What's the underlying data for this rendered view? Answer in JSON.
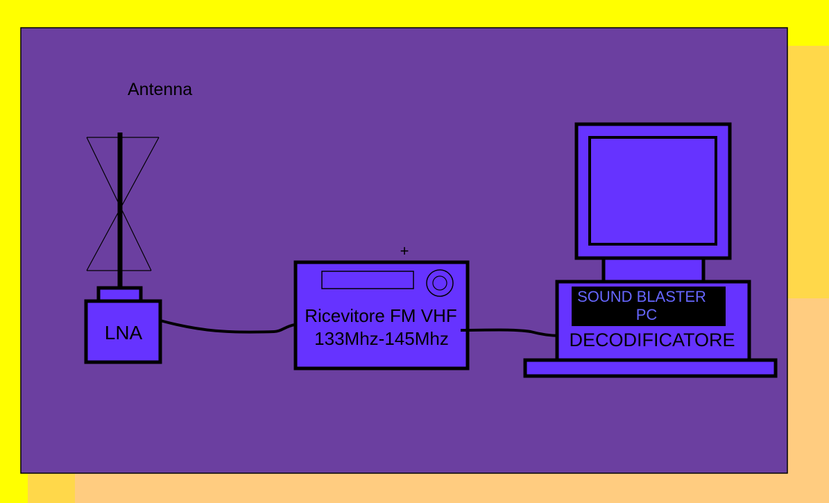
{
  "colors": {
    "page_background": "#ffff00",
    "accent_orange_light": "#ffd84a",
    "accent_orange": "#ffcc80",
    "panel": "#6b3fa0",
    "device_fill": "#6633ff",
    "outline": "#000000",
    "label_black_bg": "#000000",
    "label_blue_text": "#6666ff"
  },
  "diagram": {
    "antenna": {
      "label": "Antenna"
    },
    "lna": {
      "label": "LNA"
    },
    "receiver": {
      "plus_mark": "+",
      "line1": "Ricevitore FM VHF",
      "line2": "133Mhz-145Mhz"
    },
    "computer": {
      "sound_line1": "SOUND BLASTER",
      "sound_line2": "PC",
      "decoder_label": "DECODIFICATORE"
    }
  }
}
